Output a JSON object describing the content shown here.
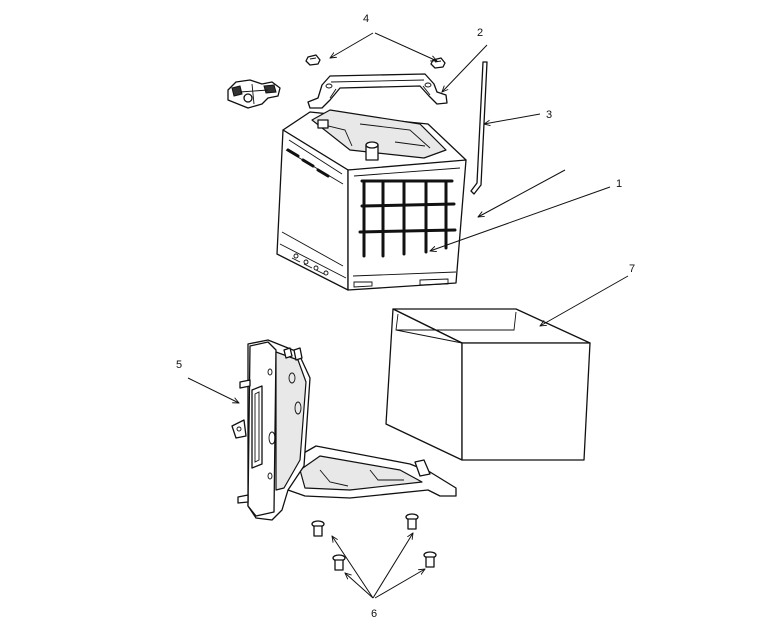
{
  "callouts": {
    "c1": "1",
    "c2": "2",
    "c3": "3",
    "c4": "4",
    "c5": "5",
    "c6": "6",
    "c7": "7"
  },
  "colors": {
    "line": "#111111",
    "background": "#ffffff",
    "shade": "#e8e8e8"
  }
}
